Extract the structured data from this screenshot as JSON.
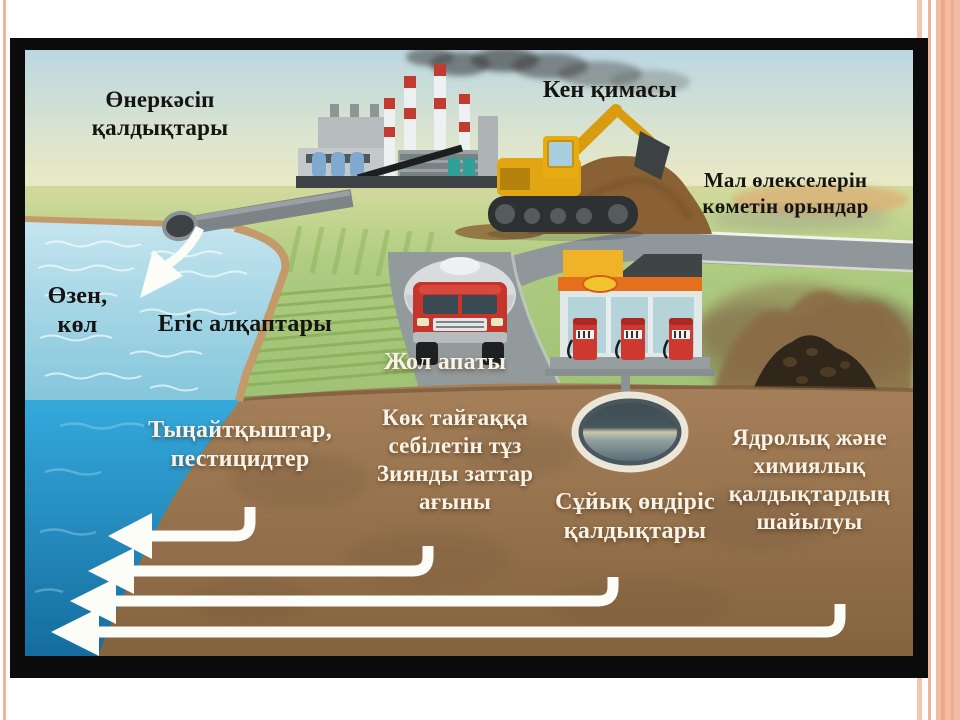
{
  "slide": {
    "type": "presentation-slide",
    "topic": "Groundwater / environment pollution sources diagram (Kazakh)"
  },
  "palette": {
    "frame_stripe": "#f4b9a2",
    "frame_stripe_dark": "#eda48a",
    "border_black": "#0b0b0b",
    "sky_top": "#bcd7e2",
    "sky_horizon": "#efeabf",
    "grass": "#a9c87c",
    "soil": "#9a7750",
    "water_light": "#9fd4e4",
    "water_deep": "#1f86ba",
    "label_dark": "#161412",
    "label_light": "#f8f3e6",
    "truck_red": "#c6352c",
    "excavator_yellow": "#e2a614",
    "pump_red": "#cf3830",
    "sign_yellow": "#f0b226",
    "band_orange": "#e66f1e",
    "stack_red": "#c23b30",
    "arrow_white": "#fdfdf8"
  },
  "labels": {
    "industrial_waste": "Өнеркәсіп\nқалдықтары",
    "mine_section": "Кен қимасы",
    "carcass_burial": "Мал өлекселерін\nкөметін орындар",
    "river_lake": "Өзен,\nкөл",
    "crop_fields": "Егіс алқаптары",
    "road_accident": "Жол апаты",
    "fertilizers_pesticides": "Тыңайтқыштар,\nпестицидтер",
    "salt_runoff": "Көк тайғаққа\nсебілетін тұз\nЗиянды заттар\nағыны",
    "liquid_waste": "Сұйық өндіріс\nқалдықтары",
    "nuclear_chemical": "Ядролық және\nхимиялық\nқалдықтардың\nшайылуы"
  }
}
